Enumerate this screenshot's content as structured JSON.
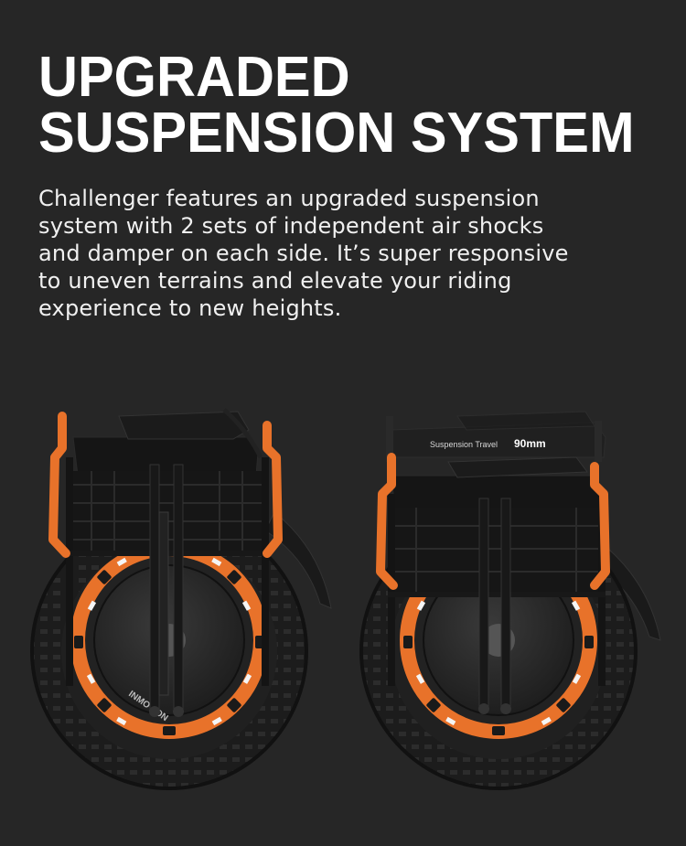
{
  "heading": {
    "line1": "UPGRADED",
    "line2": "SUSPENSION SYSTEM"
  },
  "description": {
    "lines": [
      "Challenger features an upgraded suspension",
      "system with 2 sets of independent air shocks",
      "and damper on each side. It’s super responsive",
      "to uneven terrains and elevate your riding",
      "experience to new heights."
    ]
  },
  "illustration": {
    "travel_label": "Suspension Travel",
    "travel_value": "90mm",
    "brand_text": "INMOTION",
    "colors": {
      "background": "#262626",
      "accent_orange": "#e8722a",
      "tire": "#1b1b1b",
      "frame": "#141414"
    }
  }
}
